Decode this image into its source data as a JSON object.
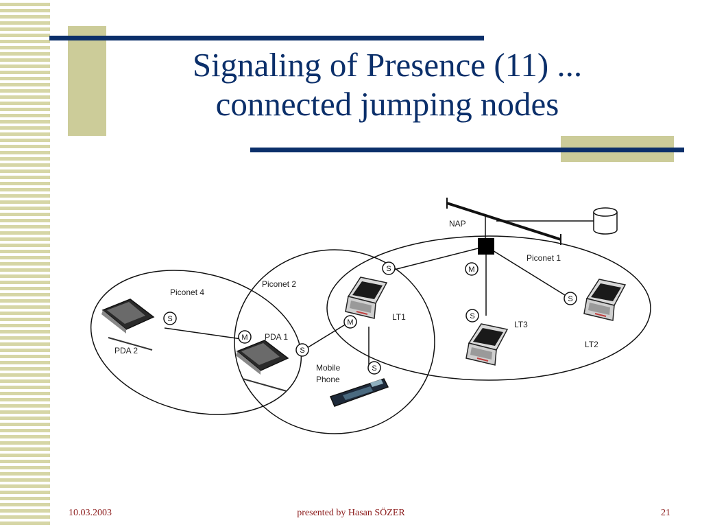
{
  "slide": {
    "title_line1": "Signaling of Presence (11) ...",
    "title_line2": "connected jumping nodes"
  },
  "diagram": {
    "labels": {
      "nap": "NAP",
      "piconet1": "Piconet 1",
      "piconet2": "Piconet 2",
      "piconet4": "Piconet 4",
      "lt1": "LT1",
      "lt2": "LT2",
      "lt3": "LT3",
      "pda1": "PDA 1",
      "pda2": "PDA 2",
      "mobile_line1": "Mobile",
      "mobile_line2": "Phone"
    },
    "role_master": "M",
    "role_slave": "S"
  },
  "footer": {
    "date": "10.03.2003",
    "presenter": "presented by Hasan SÖZER",
    "page": "21"
  },
  "colors": {
    "navy": "#0b2f6a",
    "olive": "#cccc99",
    "footer_text": "#8b1a1a"
  }
}
